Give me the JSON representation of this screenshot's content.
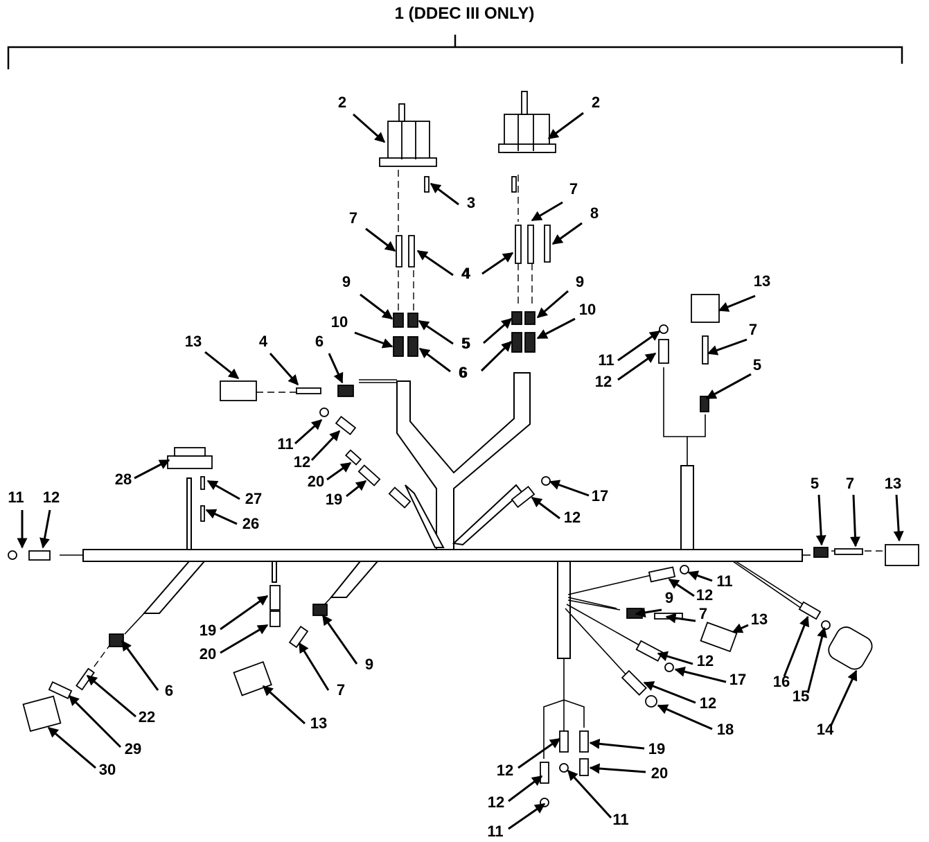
{
  "title": "1 (DDEC III ONLY)",
  "callouts": [
    "2",
    "2",
    "3",
    "7",
    "7",
    "8",
    "4",
    "4",
    "9",
    "9",
    "10",
    "10",
    "5",
    "5",
    "6",
    "6",
    "13",
    "4",
    "6",
    "13",
    "7",
    "5",
    "11",
    "12",
    "11",
    "12",
    "20",
    "19",
    "28",
    "27",
    "26",
    "11",
    "12",
    "17",
    "12",
    "5",
    "7",
    "13",
    "11",
    "12",
    "9",
    "7",
    "13",
    "12",
    "17",
    "12",
    "18",
    "19",
    "20",
    "9",
    "7",
    "13",
    "6",
    "22",
    "29",
    "30",
    "16",
    "15",
    "14",
    "19",
    "12",
    "20",
    "12",
    "11",
    "11",
    "11"
  ],
  "colors": {
    "ink": "#000000",
    "paper": "#ffffff"
  }
}
